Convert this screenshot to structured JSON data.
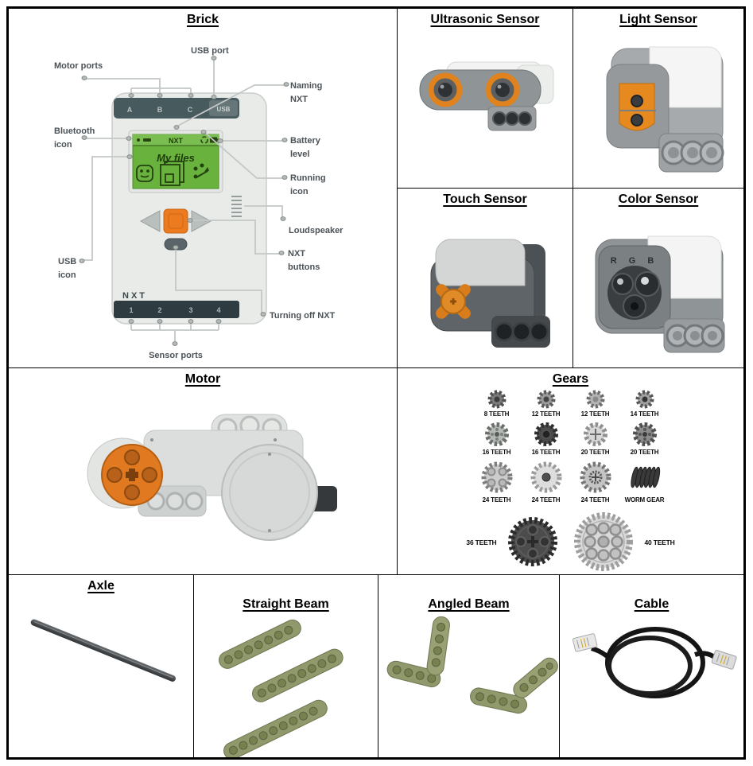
{
  "brick": {
    "title": "Brick",
    "callouts": {
      "usb_port": "USB port",
      "motor_ports": "Motor ports",
      "naming_nxt": "Naming NXT",
      "bluetooth_icon": "Bluetooth icon",
      "battery_level": "Battery level",
      "running_icon": "Running icon",
      "loudspeaker": "Loudspeaker",
      "nxt_buttons": "NXT buttons",
      "usb_icon": "USB icon",
      "turning_off_nxt": "Turning off NXT",
      "sensor_ports": "Sensor ports"
    },
    "device": {
      "motor_port_labels": [
        "A",
        "B",
        "C"
      ],
      "usb_label": "USB",
      "screen_status_title": "NXT",
      "screen_heading": "My files",
      "brand": "NXT",
      "sensor_port_labels": [
        "1",
        "2",
        "3",
        "4"
      ]
    }
  },
  "sensors": {
    "ultrasonic": {
      "title": "Ultrasonic Sensor"
    },
    "light": {
      "title": "Light Sensor"
    },
    "touch": {
      "title": "Touch Sensor"
    },
    "color": {
      "title": "Color Sensor",
      "face_text": "R G B"
    }
  },
  "motor": {
    "title": "Motor"
  },
  "gears": {
    "title": "Gears",
    "row1": [
      "8 TEETH",
      "12 TEETH",
      "12 TEETH",
      "14 TEETH"
    ],
    "row2": [
      "16 TEETH",
      "16 TEETH",
      "20 TEETH",
      "20 TEETH"
    ],
    "row3": [
      "24 TEETH",
      "24 TEETH",
      "24 TEETH",
      "WORM GEAR"
    ],
    "large_left": "36 TEETH",
    "large_right": "40 TEETH"
  },
  "parts": {
    "axle": {
      "title": "Axle"
    },
    "straight_beam": {
      "title": "Straight Beam"
    },
    "angled_beam": {
      "title": "Angled Beam"
    },
    "cable": {
      "title": "Cable"
    }
  },
  "colors": {
    "accent_orange": "#e87b21",
    "screen_green": "#6ab23e",
    "beam_olive": "#90996b",
    "dark_slate": "#475a5e",
    "label_gray": "#4b5257",
    "line_gray": "#c3c7c5",
    "border_black": "#000000"
  }
}
